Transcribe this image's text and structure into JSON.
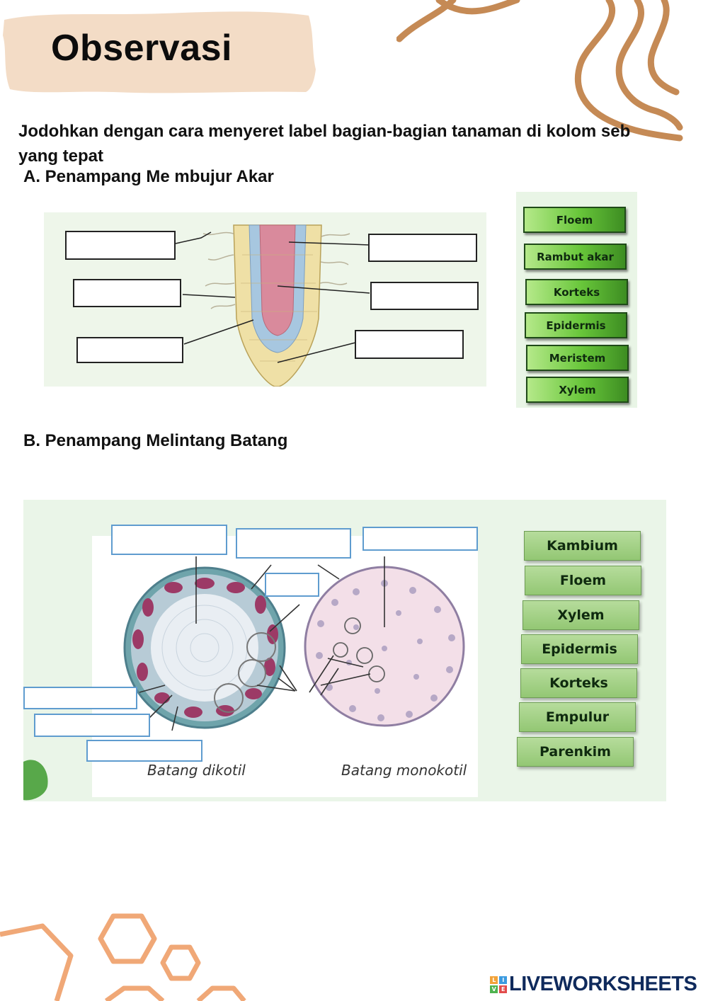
{
  "title": "Observasi",
  "instruction": "Jodohkan dengan cara menyeret label bagian-bagian tanaman di kolom seb yang tepat",
  "instruction_line1": "Jodohkan dengan cara menyeret label bagian-bagian tanaman di kolom seb",
  "instruction_line2": "yang tepat",
  "section_a": {
    "heading": "A. Penampang Me mbujur Akar",
    "labels": [
      "Floem",
      "Rambut akar",
      "Korteks",
      "Epidermis",
      "Meristem",
      "Xylem"
    ]
  },
  "section_b": {
    "heading": "B. Penampang Melintang Batang",
    "labels": [
      "Kambium",
      "Floem",
      "Xylem",
      "Epidermis",
      "Korteks",
      "Empulur",
      "Parenkim"
    ],
    "caption_dicot": "Batang dikotil",
    "caption_monocot": "Batang monokotil"
  },
  "brand": "LIVEWORKSHEETS",
  "brand_mark": [
    "L",
    "I",
    "V",
    "E"
  ],
  "colors": {
    "banner": "#f3dcc6",
    "decor": "#c58a55",
    "label_green": "#68c63a",
    "dropbox_border_b": "#5f9ccf",
    "brand": "#0f2a5c"
  }
}
